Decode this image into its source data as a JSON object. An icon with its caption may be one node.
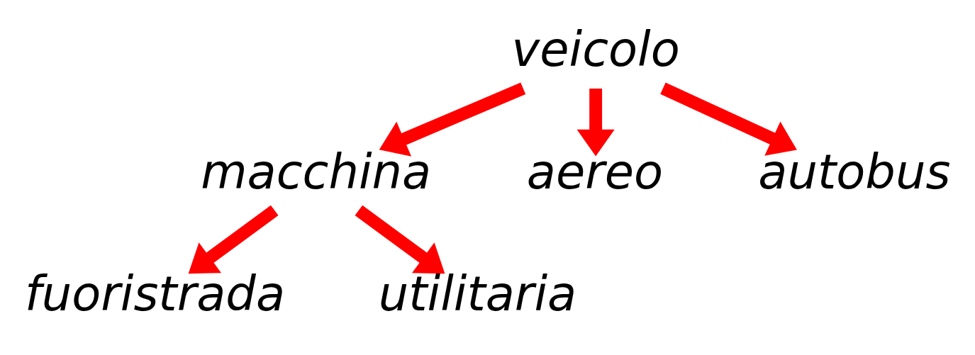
{
  "diagram": {
    "nodes": [
      {
        "text": [
          "veicolo"
        ]
      },
      {
        "text": [
          "macchina"
        ]
      },
      {
        "text": [
          "aereo"
        ]
      },
      {
        "text": [
          "autobus"
        ]
      },
      {
        "text": [
          "fuoristrada"
        ]
      },
      {
        "text": [
          "utilitaria"
        ]
      }
    ],
    "edges": [
      {
        "from": 0,
        "to": 1,
        "arrow": "to",
        "color": "#ff0000"
      },
      {
        "from": 0,
        "to": 2,
        "arrow": "to",
        "color": "#ff0000"
      },
      {
        "from": 0,
        "to": 3,
        "arrow": "to",
        "color": "#ff0000"
      },
      {
        "from": 1,
        "to": 4,
        "arrow": "to",
        "color": "#ff0000"
      },
      {
        "from": 1,
        "to": 5,
        "arrow": "to",
        "color": "#ff0000"
      }
    ]
  }
}
